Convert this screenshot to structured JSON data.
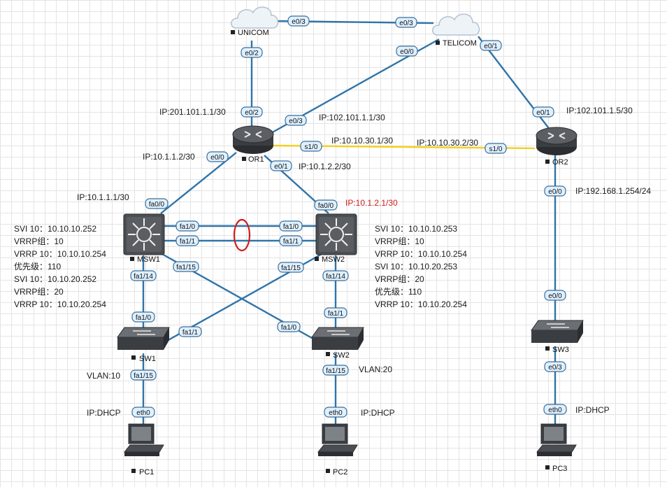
{
  "devices": {
    "unicom": "UNICOM",
    "telicom": "TELICOM",
    "or1": "OR1",
    "or2": "OR2",
    "msw1": "MSW1",
    "msw2": "MSW2",
    "sw1": "SW1",
    "sw2": "SW2",
    "sw3": "SW3",
    "pc1": "PC1",
    "pc2": "PC2",
    "pc3": "PC3"
  },
  "ports": {
    "unicom_e03": "e0/3",
    "telicom_e03": "e0/3",
    "unicom_e02": "e0/2",
    "or1_e02": "e0/2",
    "telicom_e00": "e0/0",
    "or1_e03": "e0/3",
    "telicom_e01": "e0/1",
    "or2_e01": "e0/1",
    "or1_s10": "s1/0",
    "or2_s10": "s1/0",
    "or1_e00": "e0/0",
    "msw1_fa00": "fa0/0",
    "or1_e01": "e0/1",
    "msw2_fa00": "fa0/0",
    "msw1_fa10": "fa1/0",
    "msw2_fa10": "fa1/0",
    "msw1_fa11": "fa1/1",
    "msw2_fa11": "fa1/1",
    "msw1_fa114": "fa1/14",
    "sw1_fa10": "fa1/0",
    "msw1_fa115": "fa1/15",
    "sw2_fa10": "fa1/0",
    "msw2_fa115": "fa1/15",
    "sw1_fa11": "fa1/1",
    "msw2_fa114": "fa1/14",
    "sw2_fa11": "fa1/1",
    "sw1_fa115": "fa1/15",
    "pc1_eth0": "eth0",
    "sw2_fa115": "fa1/15",
    "pc2_eth0": "eth0",
    "or2_e00": "e0/0",
    "sw3_e00": "e0/0",
    "sw3_e03": "e0/3",
    "pc3_eth0": "eth0"
  },
  "annotations": {
    "or1_e02_ip": "IP:201.101.1.1/30",
    "or1_e03_ip": "IP:102.101.1.1/30",
    "or2_e01_ip": "IP:102.101.1.5/30",
    "or1_s10_ip": "IP:10.10.30.1/30",
    "or2_s10_ip": "IP:10.10.30.2/30",
    "or1_e00_ip": "IP:10.1.1.2/30",
    "or1_e01_ip": "IP:10.1.2.2/30",
    "msw1_fa00_ip": "IP:10.1.1.1/30",
    "msw2_fa00_ip": "IP:10.1.2.1/30",
    "or2_e00_ip": "IP:192.168.1.254/24",
    "vlan10": "VLAN:10",
    "vlan20": "VLAN:20",
    "pc1_ip": "IP:DHCP",
    "pc2_ip": "IP:DHCP",
    "pc3_ip": "IP:DHCP"
  },
  "msw1_info": [
    "SVI 10：10.10.10.252",
    "VRRP组：10",
    "VRRP 10：10.10.10.254",
    "优先级：110",
    "SVI 10：10.10.20.252",
    "VRRP组：20",
    "VRRP 10：10.10.20.254"
  ],
  "msw2_info": [
    "SVI 10：10.10.10.253",
    "VRRP组：10",
    "VRRP 10：10.10.10.254",
    "SVI 10：10.10.20.253",
    "VRRP组：20",
    "优先级：110",
    "VRRP 10：10.10.20.254"
  ],
  "colors": {
    "link": "#2f74a8",
    "serial_link": "#f2d022",
    "highlight_ip": "#d11e1e",
    "port_fill": "#dff0ff"
  }
}
